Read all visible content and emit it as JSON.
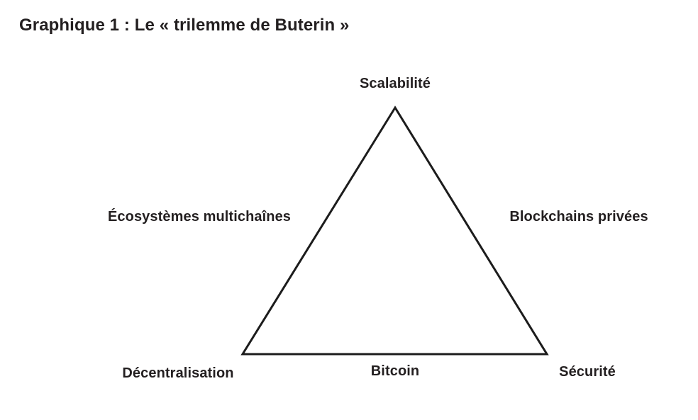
{
  "figure": {
    "title": "Graphique 1 : Le « trilemme de Buterin »"
  },
  "diagram": {
    "type": "triangle-trilemma",
    "vertex_labels": {
      "top": "Scalabilité",
      "bottom_left": "Décentralisation",
      "bottom_right": "Sécurité"
    },
    "edge_labels": {
      "left": "Écosystèmes multichaînes",
      "right": "Blockchains privées",
      "bottom": "Bitcoin"
    },
    "colors": {
      "stroke": "#1c1c1c",
      "text": "#231f20",
      "background": "#ffffff"
    }
  }
}
